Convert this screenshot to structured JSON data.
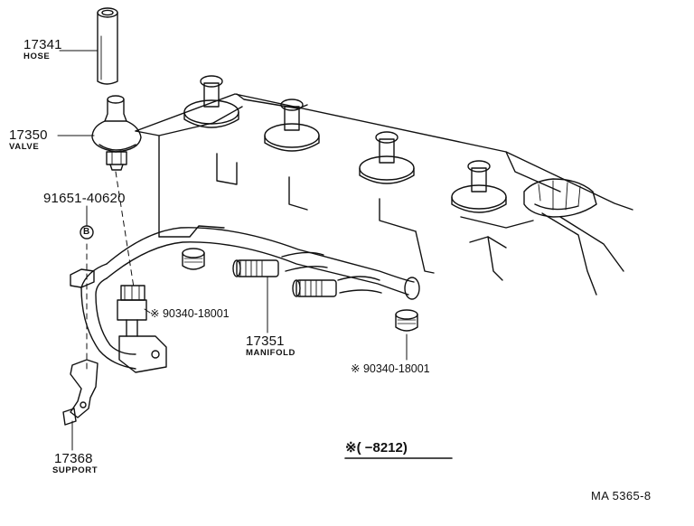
{
  "colors": {
    "ink": "#111111",
    "paper": "#ffffff"
  },
  "parts": {
    "hose": {
      "number": "17341",
      "name": "HOSE"
    },
    "valve": {
      "number": "17350",
      "name": "VALVE"
    },
    "bolt": {
      "number": "91651-40620",
      "callout": "B"
    },
    "plug_upper": {
      "number": "※ 90340-18001"
    },
    "manifold": {
      "number": "17351",
      "name": "MANIFOLD"
    },
    "plug_lower": {
      "number": "※ 90340-18001"
    },
    "support": {
      "number": "17368",
      "name": "SUPPORT"
    }
  },
  "note": {
    "text": "※(        −8212)"
  },
  "figure_ref": "MA  5365-8"
}
